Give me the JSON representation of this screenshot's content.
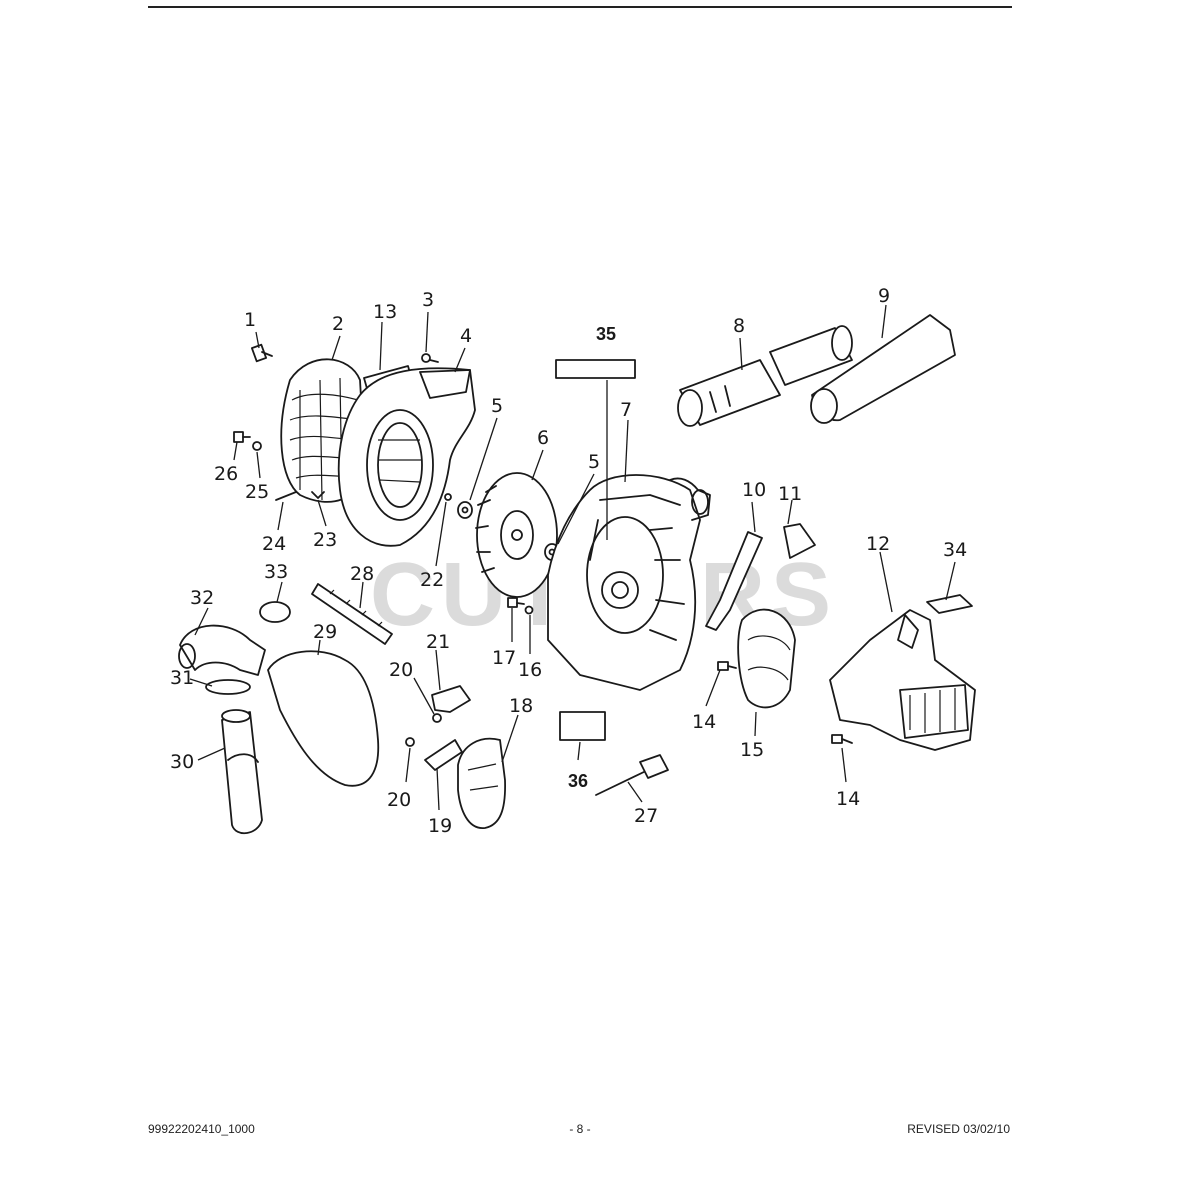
{
  "watermark": "CUTTERS",
  "callouts": [
    "1",
    "2",
    "13",
    "3",
    "4",
    "5",
    "6",
    "35",
    "7",
    "5",
    "8",
    "9",
    "26",
    "25",
    "24",
    "23",
    "22",
    "10",
    "11",
    "12",
    "34",
    "32",
    "33",
    "28",
    "29",
    "21",
    "17",
    "16",
    "31",
    "20",
    "14",
    "15",
    "30",
    "20",
    "18",
    "36",
    "19",
    "27",
    "14"
  ],
  "footer": {
    "left": "99922202410_1000",
    "center": "- 8 -",
    "right": "REVISED 03/02/10"
  }
}
